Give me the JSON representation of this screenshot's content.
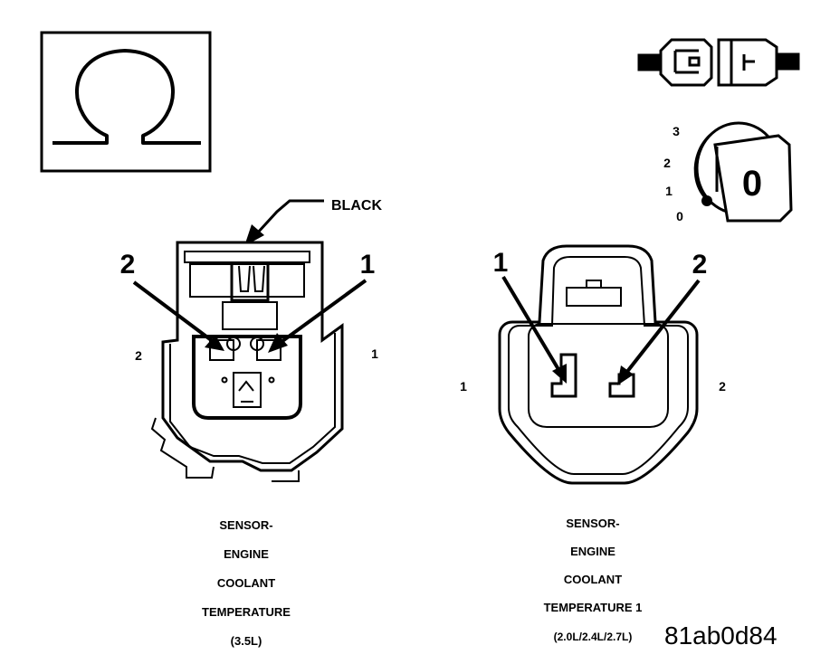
{
  "ohm_symbol": {
    "glyph": "Ω",
    "meaning": "resistance measurement",
    "icon": "ohm-icon"
  },
  "connector_icon": {
    "icon": "disconnected-connector-icon"
  },
  "ignition_key": {
    "icon": "ignition-key-icon",
    "positions": [
      "3",
      "2",
      "1",
      "0"
    ],
    "key_text": "0"
  },
  "left_connector": {
    "wire_color_label": "BLACK",
    "pin_callouts": {
      "left": "2",
      "right": "1"
    },
    "side_labels": {
      "left": "2",
      "right": "1"
    },
    "caption_lines": [
      "SENSOR-",
      "ENGINE",
      "COOLANT",
      "TEMPERATURE",
      "(3.5L)"
    ]
  },
  "right_connector": {
    "pin_callouts": {
      "left": "1",
      "right": "2"
    },
    "side_labels": {
      "left": "1",
      "right": "2"
    },
    "caption_lines": [
      "SENSOR-",
      "ENGINE",
      "COOLANT",
      "TEMPERATURE 1",
      "(2.0L/2.4L/2.7L)"
    ]
  },
  "figure_id": "81ab0d84",
  "colors": {
    "ink": "#000000",
    "paper": "#ffffff"
  }
}
